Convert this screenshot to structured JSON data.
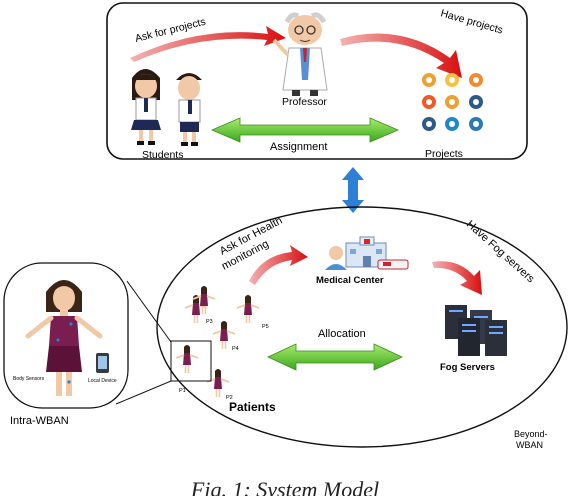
{
  "top_box": {
    "ask_label": "Ask for projects",
    "have_label": "Have projects",
    "professor_label": "Professor",
    "students_label": "Students",
    "assignment_label": "Assignment",
    "projects_label": "Projects"
  },
  "bottom_ellipse": {
    "ask_label_line1": "Ask for Health",
    "ask_label_line2": "monitoring",
    "medical_center_label": "Medical Center",
    "have_label": "Have Fog servers",
    "allocation_label": "Allocation",
    "fog_servers_label": "Fog Servers",
    "patients_label": "Patients",
    "patient_tags": [
      "P1",
      "P2",
      "P3",
      "P4",
      "P5"
    ],
    "beyond_line1": "Beyond-",
    "beyond_line2": "WBAN"
  },
  "intra": {
    "label": "Intra-WBAN",
    "body_sensors_label": "Body Sensors",
    "local_device_label": "Local Device"
  },
  "caption": "Fig. 1: System Model",
  "colors": {
    "red_arrow": "#e01b1b",
    "green_arrow": "#5cc62a",
    "blue_arrow": "#2e7fd6",
    "server": "#2b2f3a",
    "dress": "#7a1d4f"
  }
}
